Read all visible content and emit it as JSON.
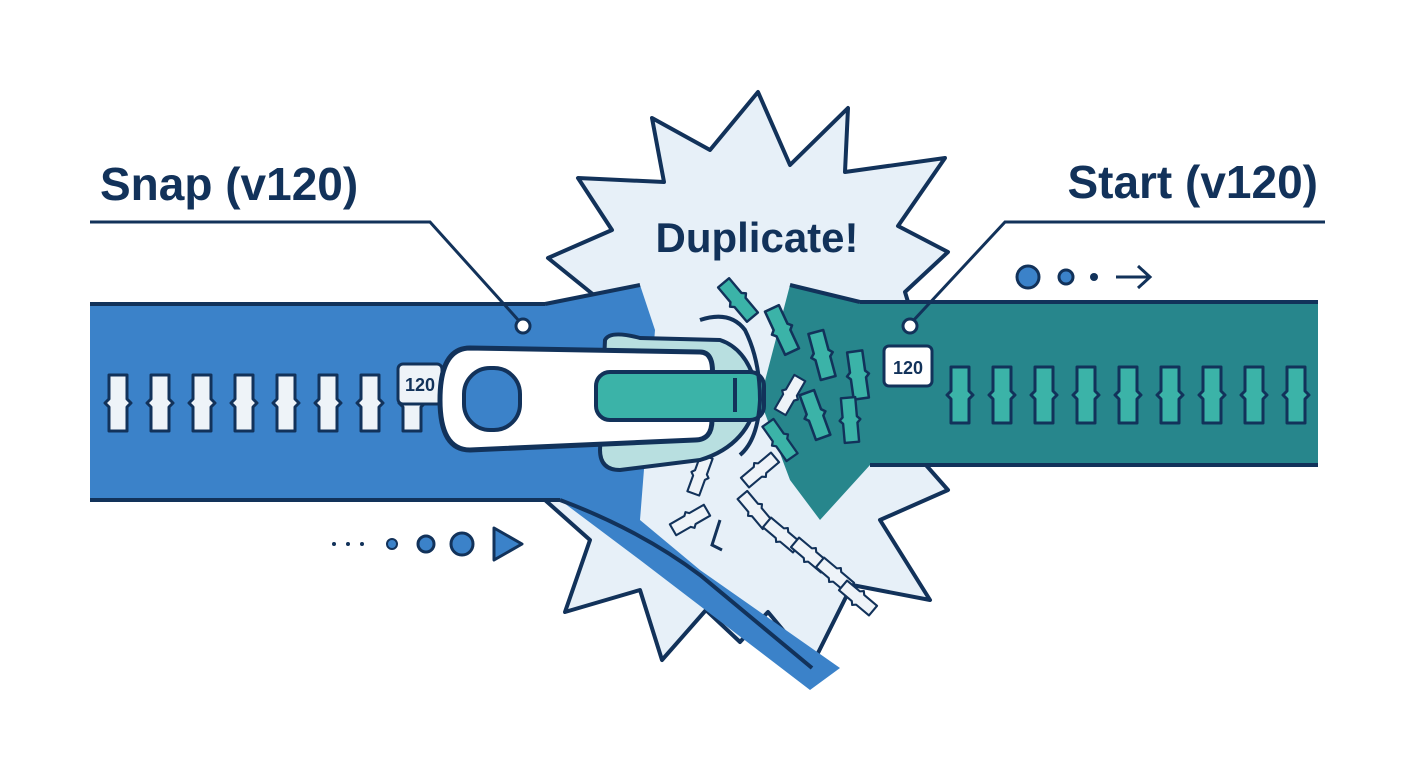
{
  "left_label": "Snap (v120)",
  "right_label": "Start (v120)",
  "burst_label": "Duplicate!",
  "left_tag": "120",
  "right_tag": "120",
  "colors": {
    "outline": "#12325a",
    "left_tape": "#3b82c9",
    "right_tape": "#27868c",
    "teeth_white": "#eef3f8",
    "teeth_teal": "#3bb3a8",
    "burst_fill": "#e7f0f8"
  }
}
